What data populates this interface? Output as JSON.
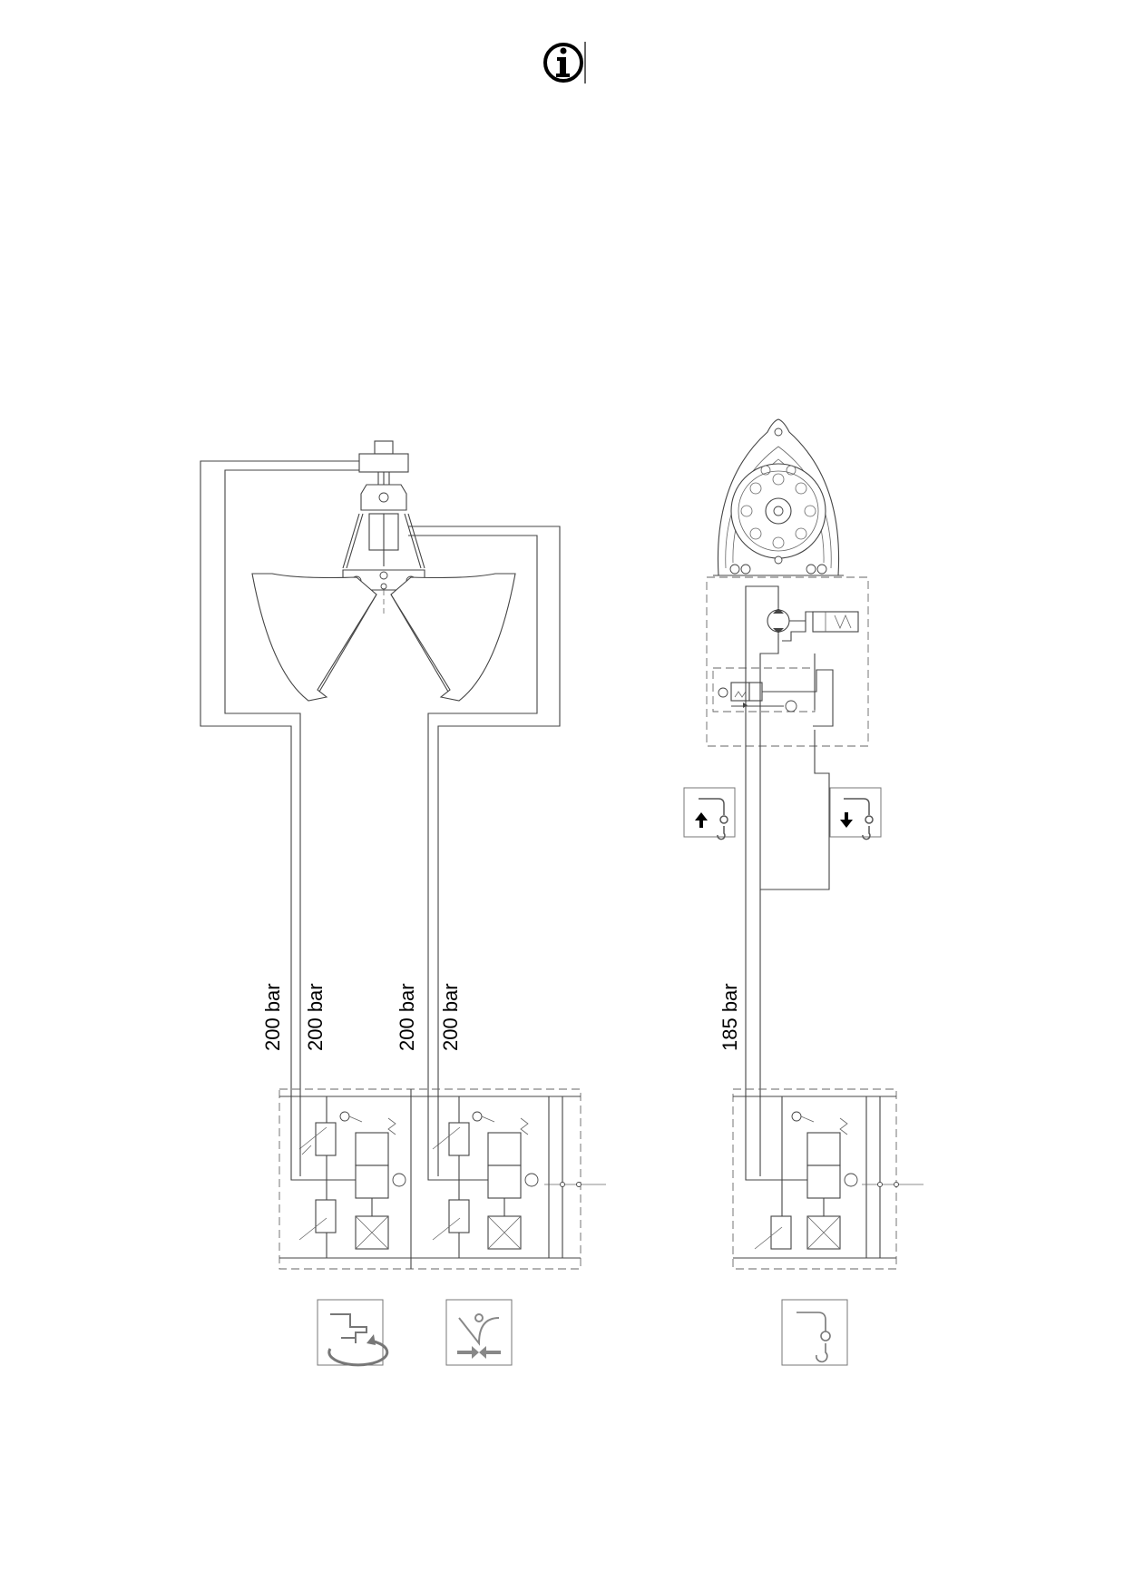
{
  "info_icon": "info-icon",
  "pressure_labels": {
    "slew_a": "200 bar",
    "slew_b": "200 bar",
    "grab_a": "200 bar",
    "grab_b": "200 bar",
    "hoist": "185 bar"
  },
  "function_icons": {
    "slewing": "slewing-function-icon",
    "grab": "grab-open-close-icon",
    "hoist": "winch-hook-icon",
    "hoist_up": "hook-up-icon",
    "hoist_down": "hook-down-icon"
  },
  "colors": {
    "line": "#444444",
    "icon_gray": "#888888"
  }
}
